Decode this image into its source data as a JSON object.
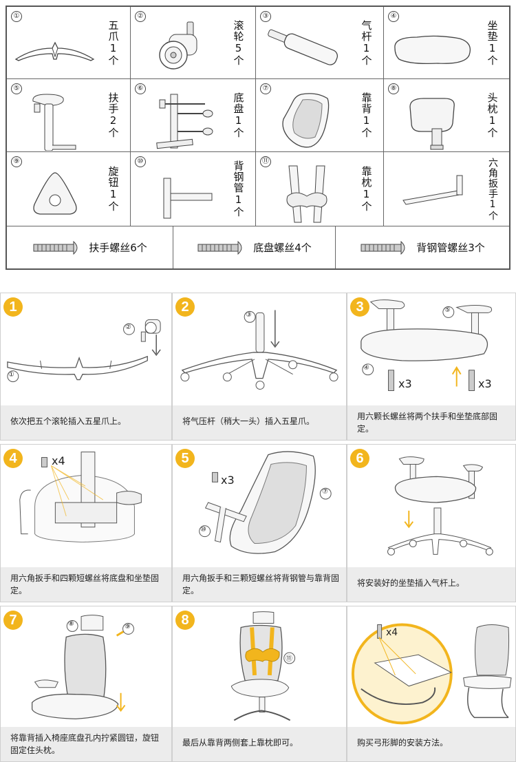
{
  "parts": [
    {
      "num": "①",
      "label": "五爪1个",
      "icon": "star-base-icon"
    },
    {
      "num": "②",
      "label": "滚轮5个",
      "icon": "caster-wheel-icon"
    },
    {
      "num": "③",
      "label": "气杆1个",
      "icon": "gas-lift-icon"
    },
    {
      "num": "④",
      "label": "坐垫1个",
      "icon": "seat-cushion-icon"
    },
    {
      "num": "⑤",
      "label": "扶手2个",
      "icon": "armrest-icon"
    },
    {
      "num": "⑥",
      "label": "底盘1个",
      "icon": "chassis-icon"
    },
    {
      "num": "⑦",
      "label": "靠背1个",
      "icon": "backrest-icon"
    },
    {
      "num": "⑧",
      "label": "头枕1个",
      "icon": "headrest-icon"
    },
    {
      "num": "⑨",
      "label": "旋钮1个",
      "icon": "knob-icon"
    },
    {
      "num": "⑩",
      "label": "背钢管1个",
      "icon": "back-steel-tube-icon"
    },
    {
      "num": "⑪",
      "label": "靠枕1个",
      "icon": "lumbar-pillow-icon"
    },
    {
      "num": "",
      "label": "六角扳手1个",
      "icon": "hex-wrench-icon"
    }
  ],
  "screws": [
    {
      "label": "扶手螺丝6个",
      "icon": "screw-icon"
    },
    {
      "label": "底盘螺丝4个",
      "icon": "screw-icon"
    },
    {
      "label": "背钢管螺丝3个",
      "icon": "screw-icon"
    }
  ],
  "steps": [
    {
      "badge": "1",
      "caption": "依次把五个滚轮插入五星爪上。",
      "marks": [
        "②",
        "①"
      ]
    },
    {
      "badge": "2",
      "caption": "将气压杆（稍大一头）插入五星爪。",
      "marks": [
        "③"
      ]
    },
    {
      "badge": "3",
      "caption": "用六颗长螺丝将两个扶手和坐垫底部固定。",
      "marks": [
        "⑤",
        "④",
        "x3",
        "x3"
      ]
    },
    {
      "badge": "4",
      "caption": "用六角扳手和四颗短螺丝将底盘和坐垫固定。",
      "marks": [
        "x4"
      ]
    },
    {
      "badge": "5",
      "caption": "用六角扳手和三颗短螺丝将背钢管与靠背固定。",
      "marks": [
        "x3",
        "⑦",
        "⑩"
      ]
    },
    {
      "badge": "6",
      "caption": "将安装好的坐垫插入气杆上。",
      "marks": []
    },
    {
      "badge": "7",
      "caption": "将靠背插入椅座底盘孔内拧紧圆钮，旋钮固定住头枕。",
      "marks": [
        "⑧",
        "⑨"
      ]
    },
    {
      "badge": "8",
      "caption": "最后从靠背两侧套上靠枕即可。",
      "marks": [
        "⑪"
      ]
    },
    {
      "badge": "",
      "caption": "购买弓形脚的安装方法。",
      "marks": [
        "x4"
      ]
    }
  ],
  "colors": {
    "accent": "#f2b51d",
    "caption_bg": "#ececec",
    "line": "#555555"
  }
}
